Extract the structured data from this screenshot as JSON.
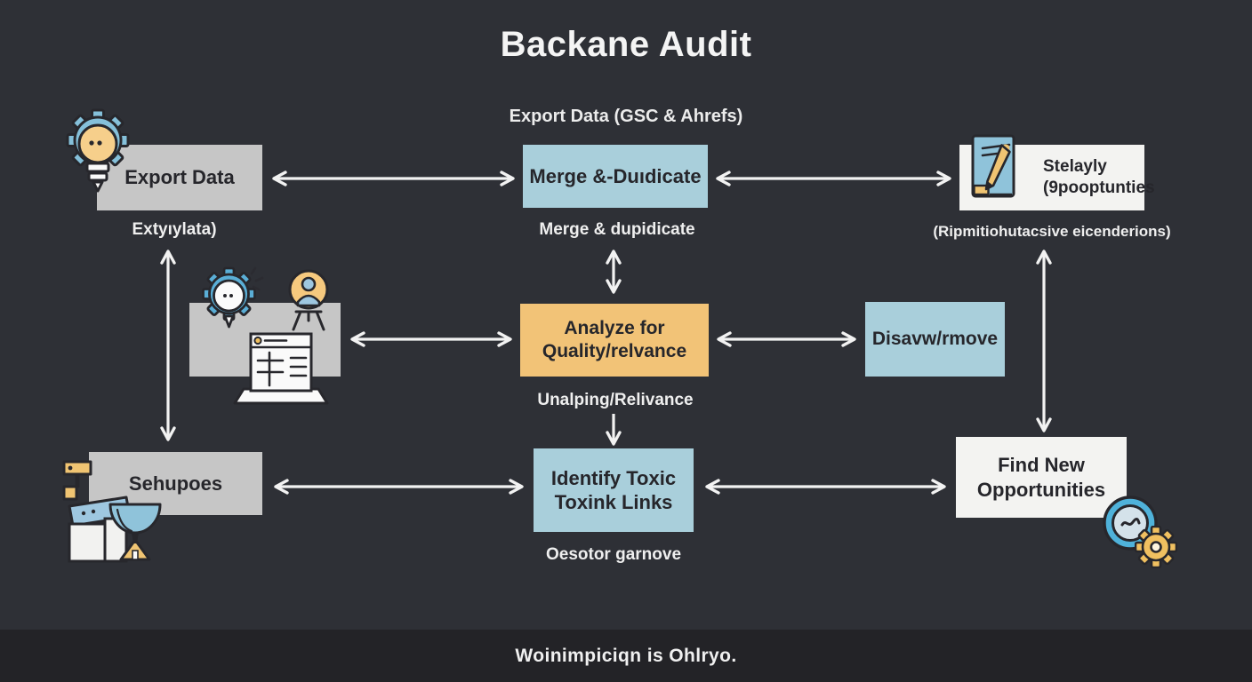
{
  "title": "Backane Audit",
  "subtitle": "Export Data (GSC & Ahrefs)",
  "nodes": {
    "export_data": {
      "label": "Export Data",
      "caption": "Extyıylata)"
    },
    "merge_dedupe": {
      "label": "Merge &-Duıdicate",
      "caption": "Merge & dupidicate"
    },
    "strategy": {
      "line1": "Stelayly",
      "line2": "(9pooptunties",
      "caption": "(Ripmitiohutacsive eicenderions)"
    },
    "analyze": {
      "line1": "Analyze for",
      "line2": "Quality/relvance",
      "caption": "Unalping/Relivance"
    },
    "disavow": {
      "label": "Disavw/rmove"
    },
    "sources": {
      "label": "Sehupoes"
    },
    "identify_toxic": {
      "line1": "Identify Toxic",
      "line2": "Toxink Links",
      "caption": "Oesotor garnove"
    },
    "find_new": {
      "line1": "Find New",
      "line2": "Opportunities"
    }
  },
  "footer": {
    "text": "Woinimpiciqn is Ohlryo."
  },
  "icons": {
    "row1_left": "lightbulb-gear-icon",
    "row1_right": "document-pencil-icon",
    "row2_left": [
      "gear-lightbulb-icon",
      "person-easel-icon",
      "spreadsheet-laptop-icon"
    ],
    "row3_left": "machine-satellite-dish-icon",
    "row3_right": [
      "clock-icon",
      "gear-icon"
    ]
  },
  "colors": {
    "background": "#2e3036",
    "footer_bar": "#232327",
    "box_gray": "#c6c6c6",
    "box_blue": "#a9cfdb",
    "box_orange": "#f2c377",
    "box_white": "#f3f3f1",
    "text_dark": "#26262b",
    "text_light": "#f0f0f0",
    "arrow": "#f2f2f2",
    "icon_blue": "#85c0da",
    "icon_yellow": "#f5cd84"
  }
}
